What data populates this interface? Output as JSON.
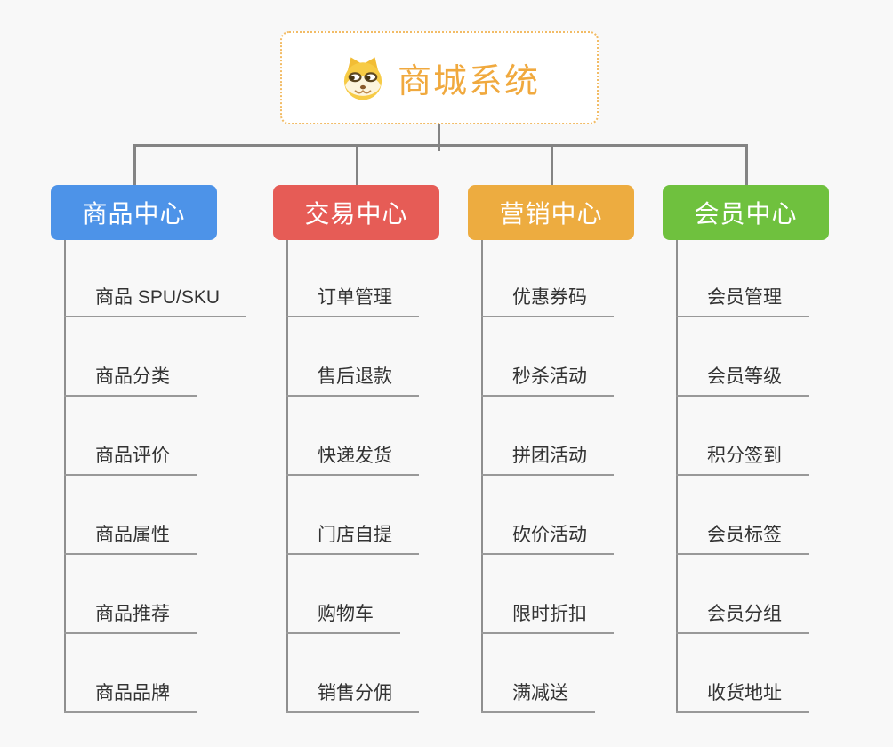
{
  "root": {
    "title": "商城系统",
    "title_color": "#f0a93e",
    "border_color": "#f2bc66",
    "icon": "shiba-dog-icon"
  },
  "connector_color": "#848484",
  "underline_color": "#999999",
  "background_color": "#f8f8f8",
  "branches": [
    {
      "label": "商品中心",
      "color": "#4d93e8",
      "items": [
        "商品 SPU/SKU",
        "商品分类",
        "商品评价",
        "商品属性",
        "商品推荐",
        "商品品牌"
      ]
    },
    {
      "label": "交易中心",
      "color": "#e65c56",
      "items": [
        "订单管理",
        "售后退款",
        "快递发货",
        "门店自提",
        "购物车",
        "销售分佣"
      ]
    },
    {
      "label": "营销中心",
      "color": "#edac40",
      "items": [
        "优惠券码",
        "秒杀活动",
        "拼团活动",
        "砍价活动",
        "限时折扣",
        "满减送"
      ]
    },
    {
      "label": "会员中心",
      "color": "#6fc13e",
      "items": [
        "会员管理",
        "会员等级",
        "积分签到",
        "会员标签",
        "会员分组",
        "收货地址"
      ]
    }
  ]
}
